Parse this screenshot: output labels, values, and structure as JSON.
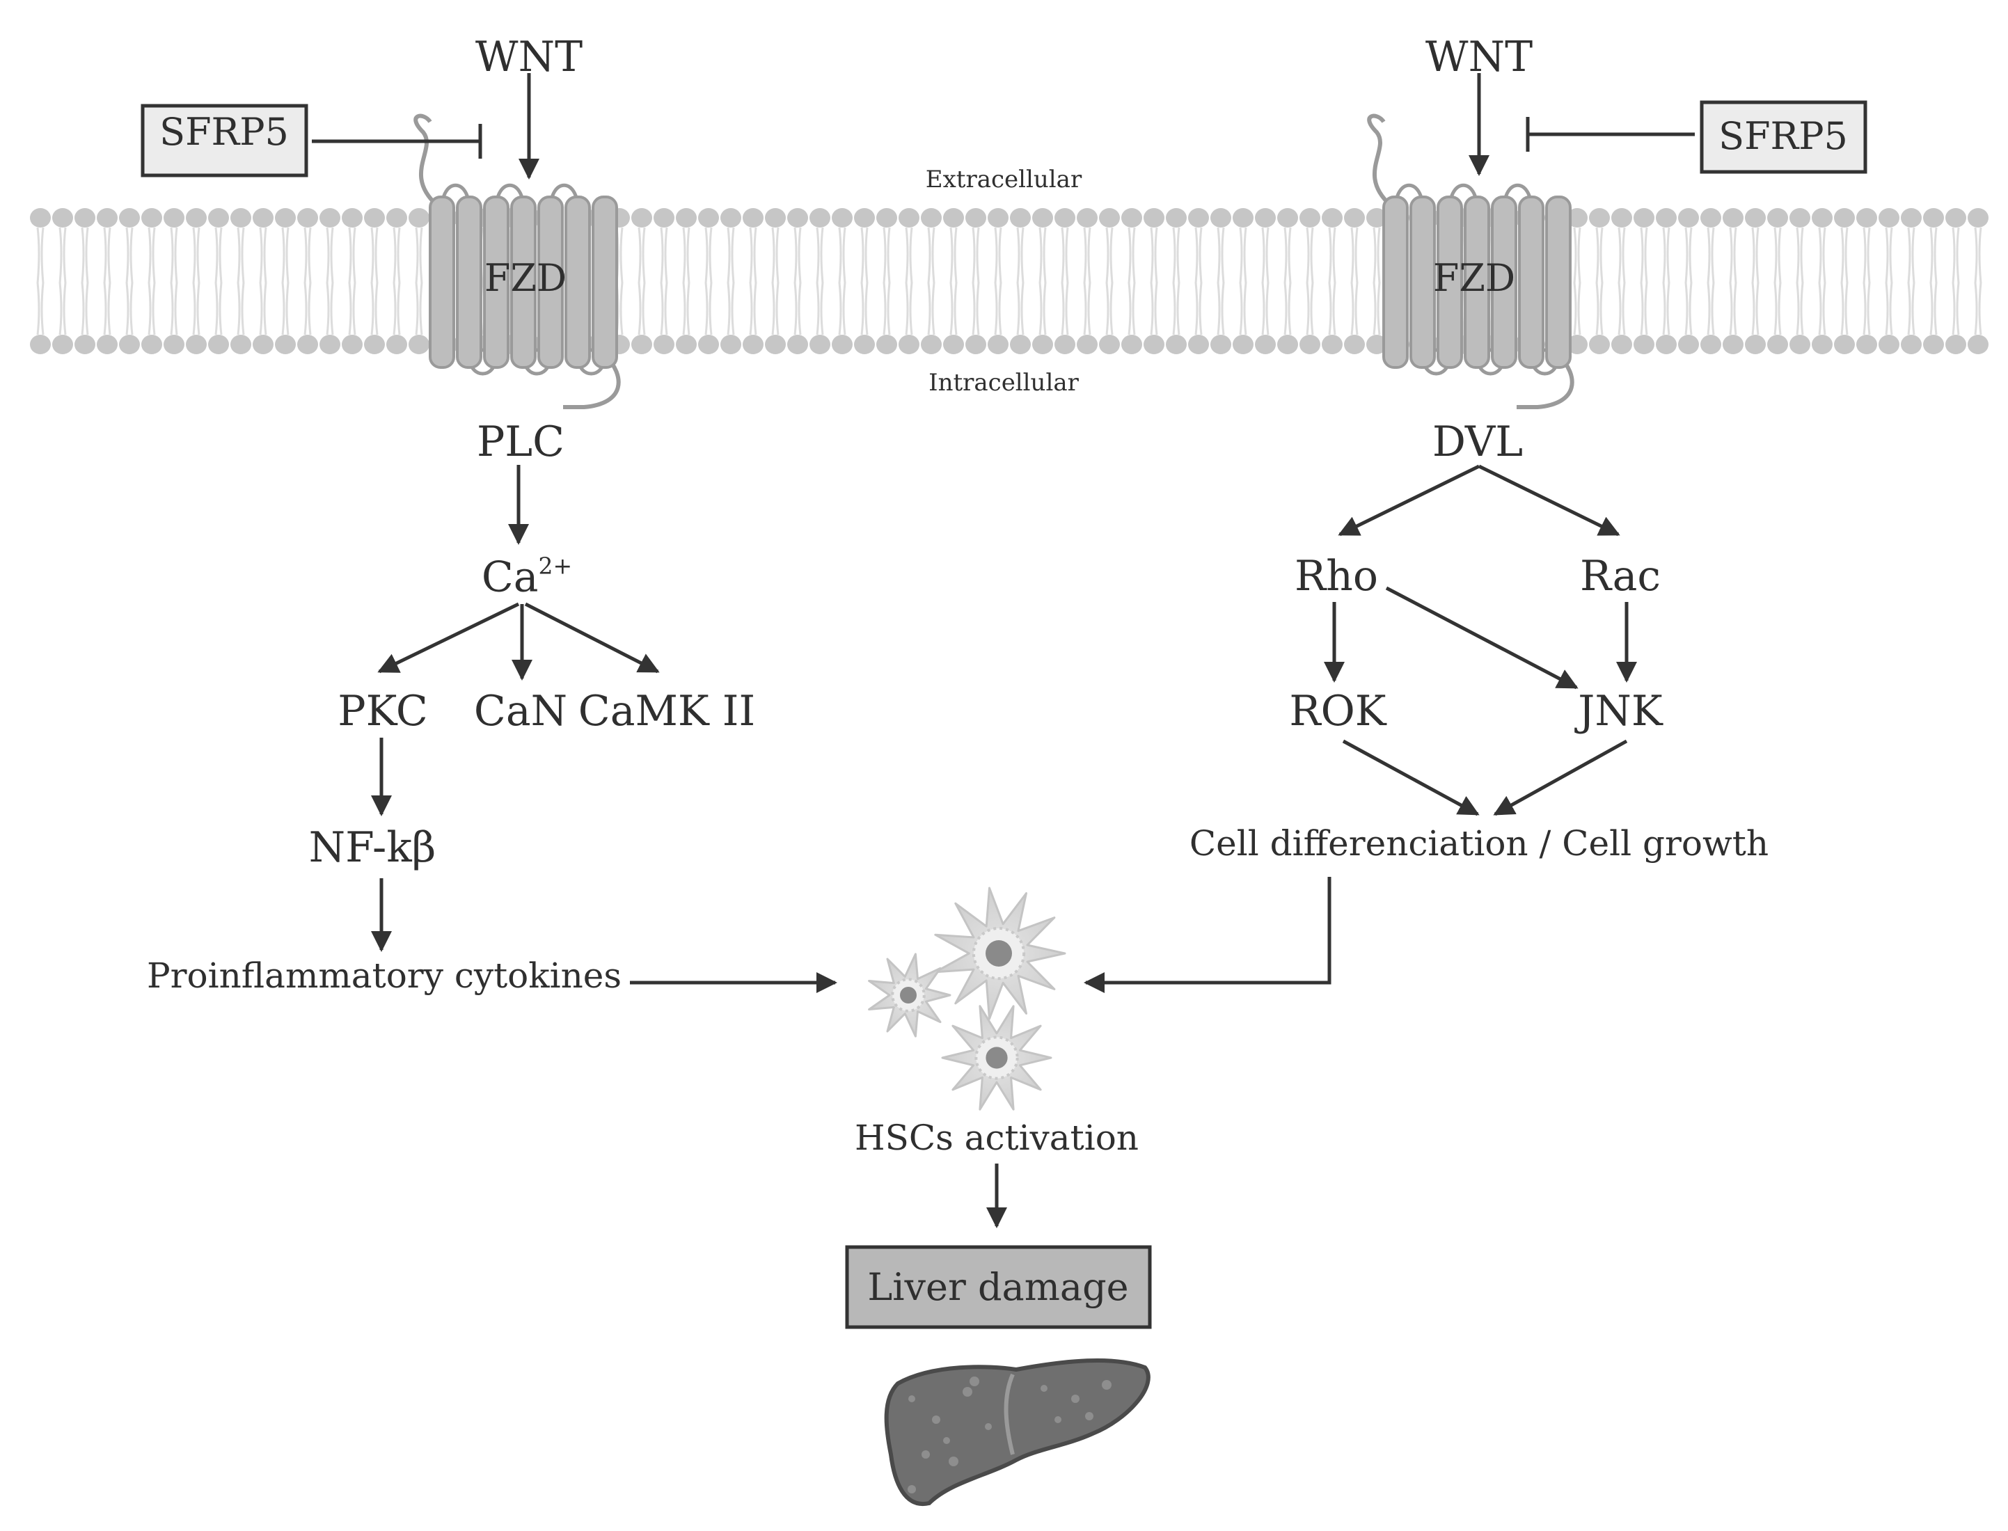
{
  "colors": {
    "membrane_head": "#c6c6c6",
    "membrane_tail": "#dcdcdc",
    "receptor_fill": "#bdbdbd",
    "receptor_stroke": "#9a9a9a",
    "arrow": "#333333",
    "box_fill_light": "#ececec",
    "box_fill_dark": "#b8b8b8",
    "text": "#2f2f2f"
  },
  "membrane": {
    "extracellular_label": "Extracellular",
    "intracellular_label": "Intracellular"
  },
  "left_pathway": {
    "ligand": "WNT",
    "inhibitor": "SFRP5",
    "receptor": "FZD",
    "step1": "PLC",
    "ion": "Ca",
    "ion_charge": "2+",
    "branch_pkc": "PKC",
    "branch_can": "CaN",
    "branch_camk": "CaMK II",
    "nfkb": "NF-kβ",
    "output": "Proinflammatory cytokines"
  },
  "right_pathway": {
    "ligand": "WNT",
    "inhibitor": "SFRP5",
    "receptor": "FZD",
    "step1": "DVL",
    "rho": "Rho",
    "rac": "Rac",
    "rok": "ROK",
    "jnk": "JNK",
    "output": "Cell differenciation / Cell growth"
  },
  "outcome": {
    "activation": "HSCs activation",
    "damage": "Liver damage"
  },
  "icons": [
    "stellate-cell-icon",
    "liver-icon"
  ]
}
